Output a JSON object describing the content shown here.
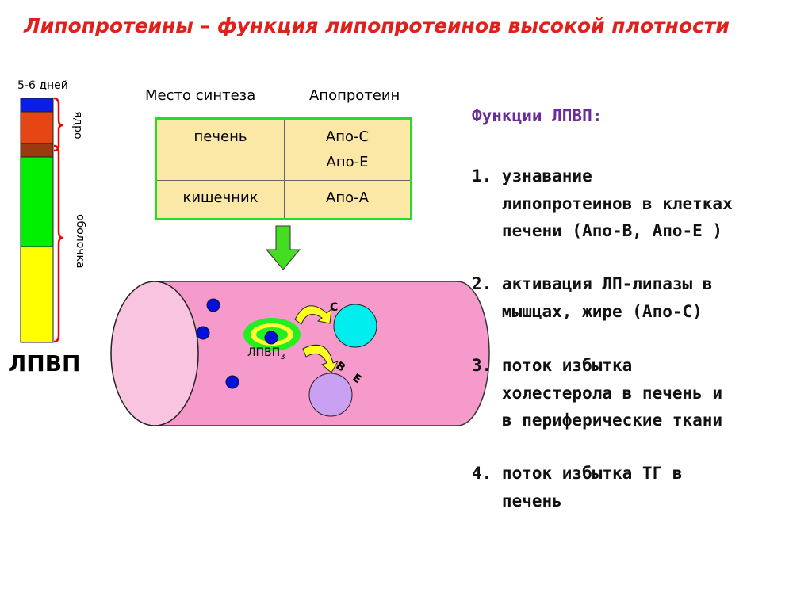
{
  "title": "Липопротеины – функция липопротеинов высокой плотности",
  "bar": {
    "days": "5-6 дней",
    "core": "ядро",
    "shell": "оболочка",
    "name": "ЛПВП",
    "colors": [
      "#0a1ee6",
      "#e64614",
      "#9a3a10",
      "#00ee00",
      "#ffff00"
    ]
  },
  "table": {
    "headers": [
      "Место синтеза",
      "Апопротеин"
    ],
    "rows": [
      {
        "place": "печень",
        "apo": [
          "Апо-С",
          "Апо-Е"
        ]
      },
      {
        "place": "кишечник",
        "apo": [
          "Апо-А"
        ]
      }
    ]
  },
  "vessel": {
    "particle": "ЛПВП",
    "subscript": "3",
    "label_c": "С",
    "label_b": "В",
    "label_e": "Е"
  },
  "functions": {
    "heading": "Функции ЛПВП:",
    "items": [
      [
        "1. узнавание",
        "   липопротеинов в клетках",
        "   печени (Апо-В, Апо-Е )"
      ],
      [
        "2. активация ЛП-липазы в",
        "   мышцах, жире (Апо-С)"
      ],
      [
        "3. поток избытка",
        "   холестерола в печень и",
        "   в периферические ткани"
      ],
      [
        "4. поток избытка ТГ в",
        "   печень"
      ]
    ]
  }
}
